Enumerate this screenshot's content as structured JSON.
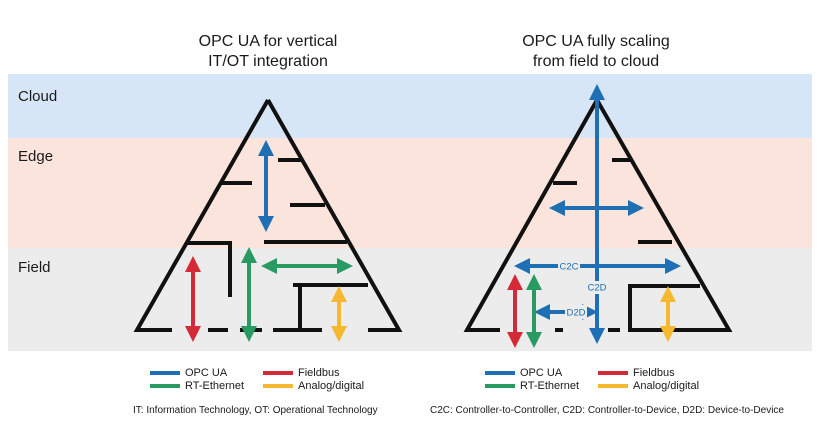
{
  "titles": {
    "left": [
      "OPC UA for vertical",
      "IT/OT integration"
    ],
    "right": [
      "OPC UA fully scaling",
      "from field to cloud"
    ]
  },
  "layers": {
    "cloud": "Cloud",
    "edge": "Edge",
    "field": "Field"
  },
  "arrow_labels": {
    "c2c": "C2C",
    "c2d": "C2D",
    "d2d": "D2D"
  },
  "legend": [
    {
      "label": "OPC UA",
      "color": "#1f6fb5"
    },
    {
      "label": "Fieldbus",
      "color": "#d42a37"
    },
    {
      "label": "RT-Ethernet",
      "color": "#2a9a63"
    },
    {
      "label": "Analog/digital",
      "color": "#f5b82e"
    }
  ],
  "footnotes": {
    "left": "IT: Information Technology, OT: Operational Technology",
    "right": "C2C: Controller-to-Controller, C2D: Controller-to-Device, D2D: Device-to-Device"
  },
  "colors": {
    "cloud_band": "#d6e6f6",
    "edge_band": "#fbe4dc",
    "field_band": "#ececec",
    "opcua": "#1f6fb5",
    "fieldbus": "#d42a37",
    "rt_ethernet": "#2a9a63",
    "analog": "#f5b82e",
    "outline": "#111111"
  }
}
